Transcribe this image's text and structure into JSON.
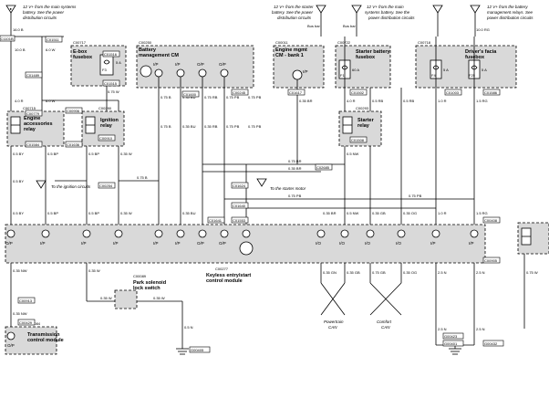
{
  "notes": {
    "main_systems": "12 V+ from the main systems battery. See the power distribution circuits",
    "starter_battery": "12 V+ from the starter battery. See the power distribution circuits",
    "main_systems_b": "12 V+ from the main systems battery. See the power distribution circuits",
    "battery_mgmt_relays": "12 V+ from the battery management relays. See the power distribution circuits",
    "ignition_circuits": "To the ignition circuits",
    "starter_motor": "To the starter motor",
    "bus_bar_1": "Bus bar",
    "bus_bar_2": "Bus bar"
  },
  "components": {
    "ebox": {
      "id": "C00717",
      "name_lines": [
        "E-box",
        "fusebox"
      ]
    },
    "battery_cm": {
      "id": "C00250",
      "name_lines": [
        "Battery",
        "management CM"
      ]
    },
    "engine_cm": {
      "id": "C00011",
      "name_lines": [
        "Engine mgmt",
        "CM - bank 1"
      ]
    },
    "starter_fusebox": {
      "id": "C00722",
      "name_lines": [
        "Starter battery",
        "fusebox"
      ]
    },
    "driver_fusebox": {
      "id": "C00718",
      "name_lines": [
        "Driver's facia",
        "fusebox"
      ]
    },
    "engine_relay": {
      "id": "C00715",
      "name_lines": [
        "Engine",
        "accessories",
        "relay"
      ]
    },
    "ignition_relay": {
      "id": "C00290",
      "name_lines": [
        "Ignition",
        "relay"
      ]
    },
    "starter_relay": {
      "id": "C00293",
      "name_lines": [
        "Starter",
        "relay"
      ]
    },
    "keyless_cm": {
      "id": "C00277",
      "name_lines": [
        "Keyless entry/start",
        "control module"
      ]
    },
    "park_solenoid": {
      "id": "C00089",
      "name_lines": [
        "Park solenoid",
        "lock switch"
      ]
    },
    "transmission_cm": {
      "id": "C00084",
      "name_lines": [
        "Transmission",
        "control module"
      ]
    }
  },
  "connectors": [
    "C1101B",
    "C01511",
    "C01516",
    "C01515",
    "C01600",
    "C01489",
    "C00779",
    "C01584",
    "C00906",
    "C01636",
    "C00910",
    "C00254",
    "C00245",
    "C01617",
    "C01624",
    "C01640",
    "C01641",
    "C01553",
    "C02685",
    "C01502",
    "C01508",
    "C01003",
    "C01586",
    "C00408",
    "C00905",
    "C00913",
    "C00429"
  ],
  "fuses": {
    "ebox": "F3",
    "ebox_amp": "5 A",
    "starter": "F1",
    "starter_amp": "60 A",
    "driver_1": "F4",
    "driver_1_amp": "5 A",
    "driver_2": "F25",
    "driver_2_amp": "5 A"
  },
  "pins": {
    "io": "I/O",
    "ip": "I/P",
    "op": "O/P"
  },
  "wires": {
    "w1": "10.0 B",
    "w2": "4.0 R",
    "w3": "6.0 W",
    "w4": "0.5 BY",
    "w5": "0.5 BP",
    "w6": "0.35 BP",
    "w7": "0.75 B",
    "w8": "0.75 RB",
    "w9": "0.75 PB",
    "w10": "0.35 BU",
    "w11": "0.35 RB",
    "w12": "0.75 BR",
    "w13": "0.35 BR",
    "w14": "0.5 NW",
    "w15": "0.35 GB",
    "w16": "0.35 OG",
    "w17": "1.0 R",
    "w18": "1.5 RG",
    "w19": "0.35 NW",
    "w20": "0.35 W",
    "w21": "2.5 N",
    "w22": "0.5 N",
    "w23": "0.75 W",
    "w24": "0.35 GN",
    "w25": "16.0 B",
    "w26": "10.0 RG",
    "w27": "0.75 GB",
    "w28": "0.5 RB"
  },
  "grounds": {
    "g1": "G00405",
    "g2": "G00423",
    "g3": "G00401",
    "g4": "G00432"
  },
  "networks": {
    "powertrain": [
      "Powertrain",
      "CAN"
    ],
    "comfort": [
      "Comfort",
      "CAN"
    ]
  }
}
